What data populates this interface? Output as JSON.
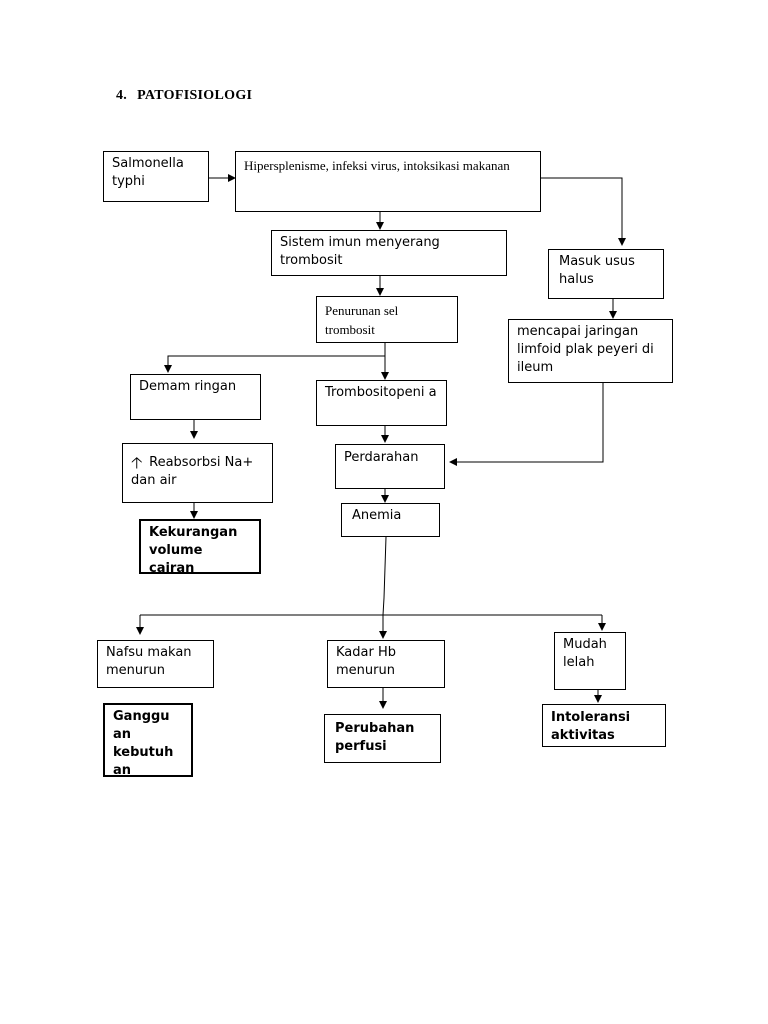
{
  "heading": {
    "number": "4.",
    "title": "PATOFISIOLOGI"
  },
  "nodes": {
    "salmonella": "Salmonella typhi",
    "hipersplenisme": "Hipersplenisme, infeksi virus, intoksikasi makanan",
    "sistem_imun": "Sistem imun menyerang trombosit",
    "masuk_usus": "Masuk usus halus",
    "penurunan": "Penurunan sel trombosit",
    "mencapai": "mencapai jaringan limfoid plak peyeri di ileum",
    "demam": "Demam ringan",
    "trombositopenia": "Trombositopeni a",
    "reabsorbsi": "Reabsorbsi Na+ dan air",
    "perdarahan": "Perdarahan",
    "kekurangan": "Kekurangan volume cairan",
    "anemia": "Anemia",
    "nafsu": "Nafsu makan menurun",
    "kadar_hb": "Kadar Hb menurun",
    "mudah_lelah": "Mudah lelah",
    "gangguan": "Ganggu an kebutuh an",
    "perubahan": "Perubahan perfusi",
    "intoleransi": "Intoleransi aktivitas"
  },
  "icons": {
    "increase": "arrow-up-icon"
  }
}
